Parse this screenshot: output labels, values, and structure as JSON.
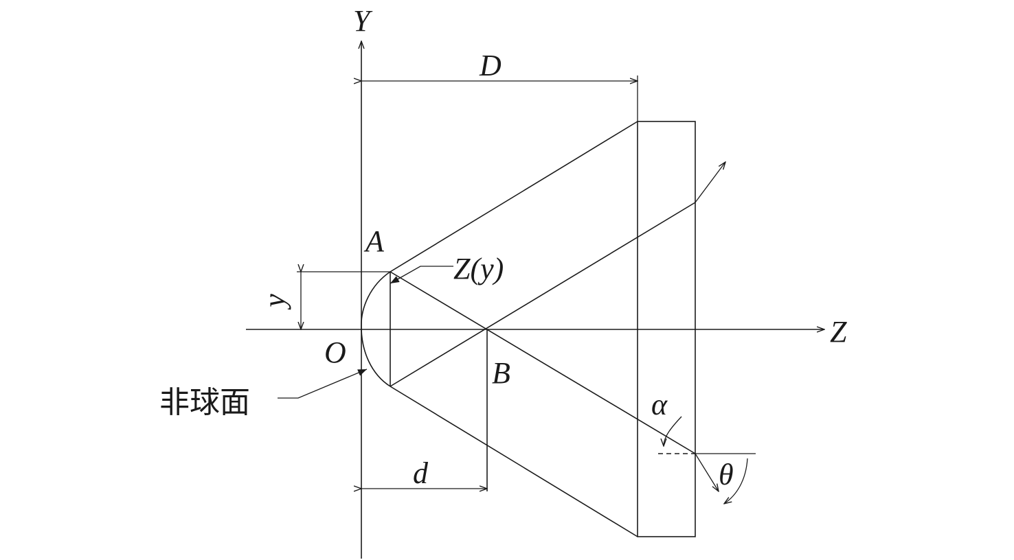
{
  "labels": {
    "y_axis": "Y",
    "z_axis": "Z",
    "origin": "O",
    "point_a": "A",
    "point_b": "B",
    "dim_D": "D",
    "dim_d": "d",
    "dim_y": "y",
    "profile_func": "Z(y)",
    "aspheric_surface": "非球面",
    "angle_alpha": "α",
    "angle_theta": "θ"
  }
}
